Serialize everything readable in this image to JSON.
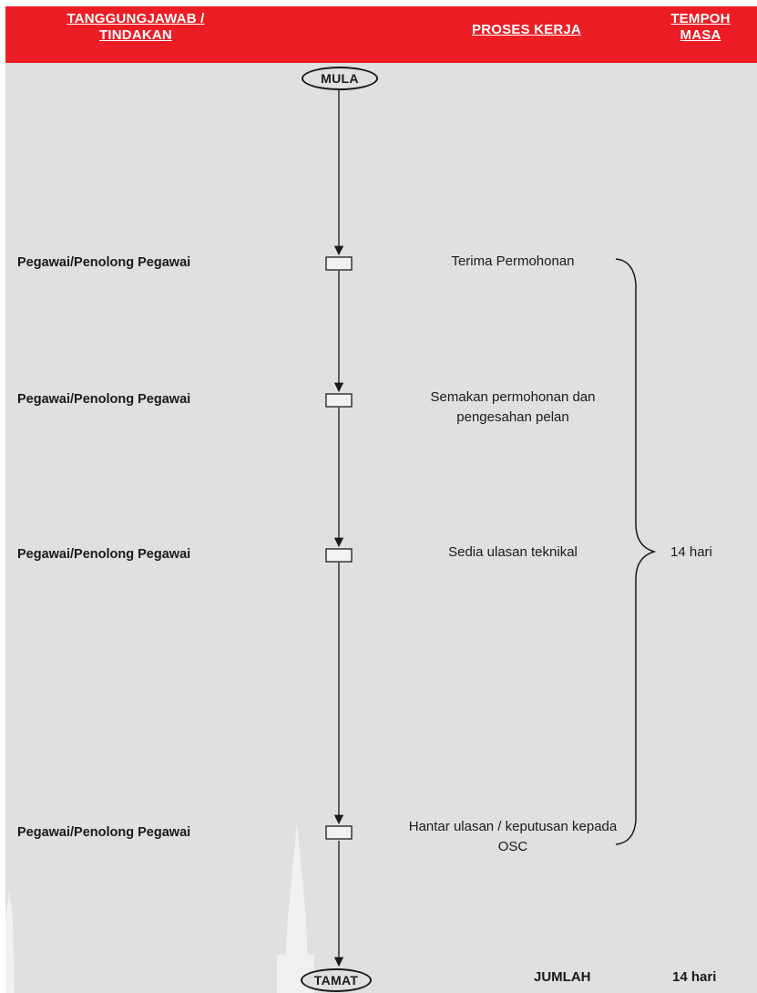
{
  "header": {
    "col_responsibility": "TANGGUNGJAWAB / TINDAKAN",
    "col_process": "PROSES KERJA",
    "col_duration": "TEMPOH MASA"
  },
  "flow": {
    "start": "MULA",
    "end": "TAMAT",
    "steps": [
      {
        "responsible": "Pegawai/Penolong Pegawai",
        "process": "Terima Permohonan"
      },
      {
        "responsible": "Pegawai/Penolong Pegawai",
        "process": "Semakan permohonan dan pengesahan pelan"
      },
      {
        "responsible": "Pegawai/Penolong Pegawai",
        "process": "Sedia ulasan teknikal"
      },
      {
        "responsible": "Pegawai/Penolong Pegawai",
        "process": "Hantar ulasan / keputusan kepada OSC"
      }
    ],
    "duration": "14 hari"
  },
  "total": {
    "label": "JUMLAH",
    "value": "14 hari"
  },
  "colors": {
    "header_bg": "#ec1d25",
    "page_bg": "#dfe0e2",
    "line": "#1a1a1a"
  }
}
